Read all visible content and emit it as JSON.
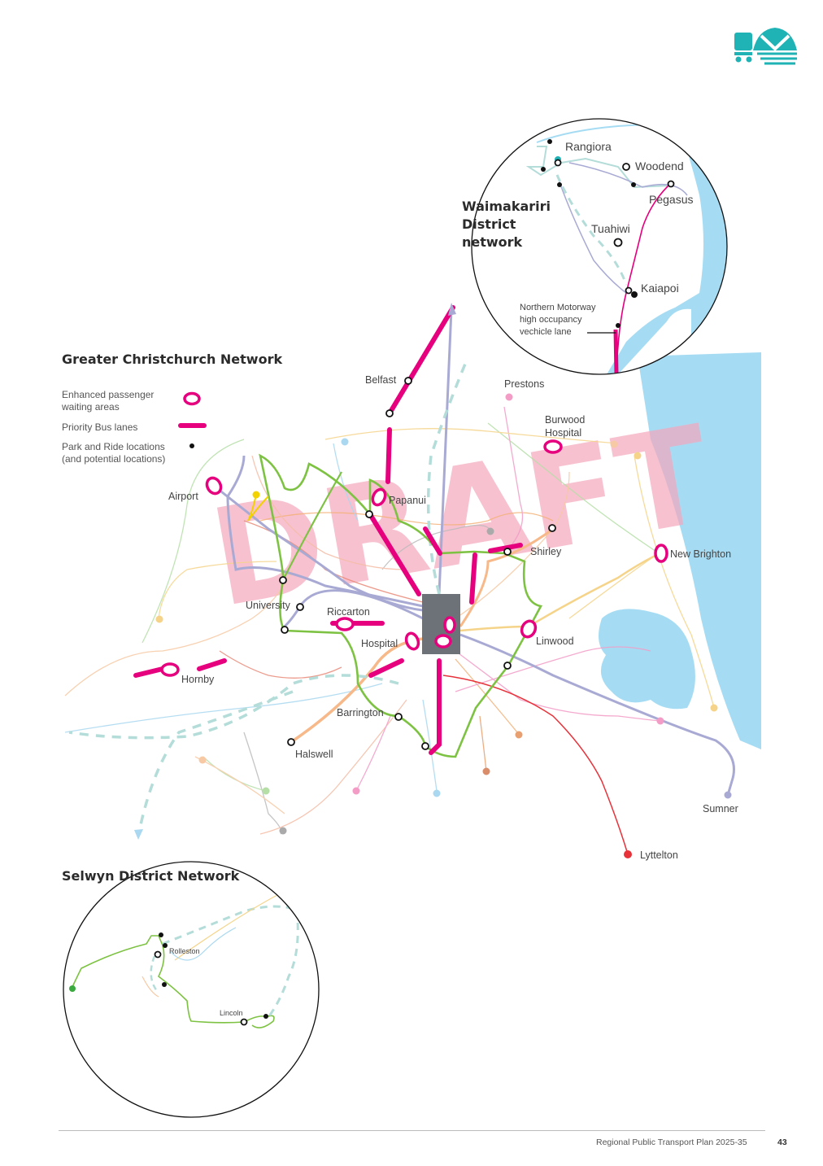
{
  "colors": {
    "priority_pink": "#e6007e",
    "green_orbiter": "#7dc242",
    "periwinkle": "#a9aad4",
    "dashed_teal": "#b4ddd9",
    "sea_blue": "#a6dcf3",
    "cbd_grey": "#6d7278",
    "draft_watermark": "#f4a7bd",
    "logo_teal": "#1fb3b6"
  },
  "logo": {
    "icon": "bus-ferry-logo-icon"
  },
  "watermark": "DRAFT",
  "main_map": {
    "title": "Greater Christchurch Network",
    "legend": [
      {
        "label_lines": [
          "Enhanced passenger",
          "waiting areas"
        ],
        "icon": "waiting-area-ring-icon"
      },
      {
        "label_lines": [
          "Priority Bus lanes"
        ],
        "icon": "priority-lane-bar-icon"
      },
      {
        "label_lines": [
          "Park and Ride locations",
          "(and potential locations)"
        ],
        "icon": "park-and-ride-dot-icon"
      }
    ],
    "places": {
      "belfast": "Belfast",
      "prestons": "Prestons",
      "burwood_lines": [
        "Burwood",
        "Hospital"
      ],
      "papanui": "Papanui",
      "airport": "Airport",
      "shirley": "Shirley",
      "new_brighton": "New Brighton",
      "university": "University",
      "riccarton": "Riccarton",
      "hospital": "Hospital",
      "linwood": "Linwood",
      "hornby": "Hornby",
      "barrington": "Barrington",
      "halswell": "Halswell",
      "sumner": "Sumner",
      "lyttelton": "Lyttelton"
    }
  },
  "waimakariri_inset": {
    "title_lines": [
      "Waimakariri",
      "District",
      "network"
    ],
    "places": {
      "rangiora": "Rangiora",
      "woodend": "Woodend",
      "pegasus": "Pegasus",
      "tuahiwi": "Tuahiwi",
      "kaiapoi": "Kaiapoi"
    },
    "note_lines": [
      "Northern Motorway",
      "high occupancy",
      "vechicle lane"
    ]
  },
  "selwyn_inset": {
    "title": "Selwyn District Network",
    "places": {
      "rolleston": "Rolleston",
      "lincoln": "Lincoln"
    }
  },
  "footer": {
    "title": "Regional Public Transport Plan 2025-35",
    "page": "43"
  }
}
